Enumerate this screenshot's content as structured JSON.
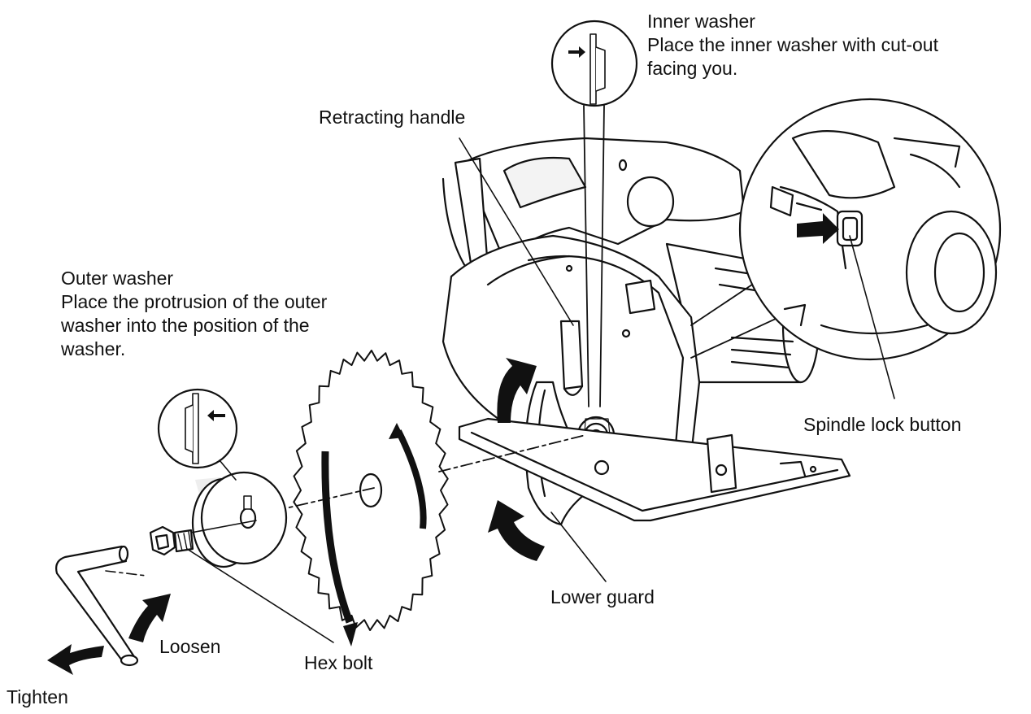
{
  "labels": {
    "inner_washer_title": "Inner washer",
    "inner_washer_note_line1": "Place the inner washer with cut-out",
    "inner_washer_note_line2": "facing you.",
    "retracting_handle": "Retracting handle",
    "outer_washer_title": "Outer washer",
    "outer_washer_note_line1": "Place the protrusion of the outer",
    "outer_washer_note_line2": "washer into the position of the",
    "outer_washer_note_line3": "washer.",
    "spindle_lock_button": "Spindle lock button",
    "lower_guard": "Lower guard",
    "loosen": "Loosen",
    "hex_bolt": "Hex bolt",
    "tighten": "Tighten"
  },
  "icons": [
    "arrow-icon",
    "saw-blade-icon",
    "hex-wrench-icon",
    "washer-icon",
    "hex-bolt-icon",
    "circular-saw-icon"
  ],
  "colors": {
    "line": "#111111",
    "fill": "#ffffff",
    "shade": "#e6e6e6"
  }
}
